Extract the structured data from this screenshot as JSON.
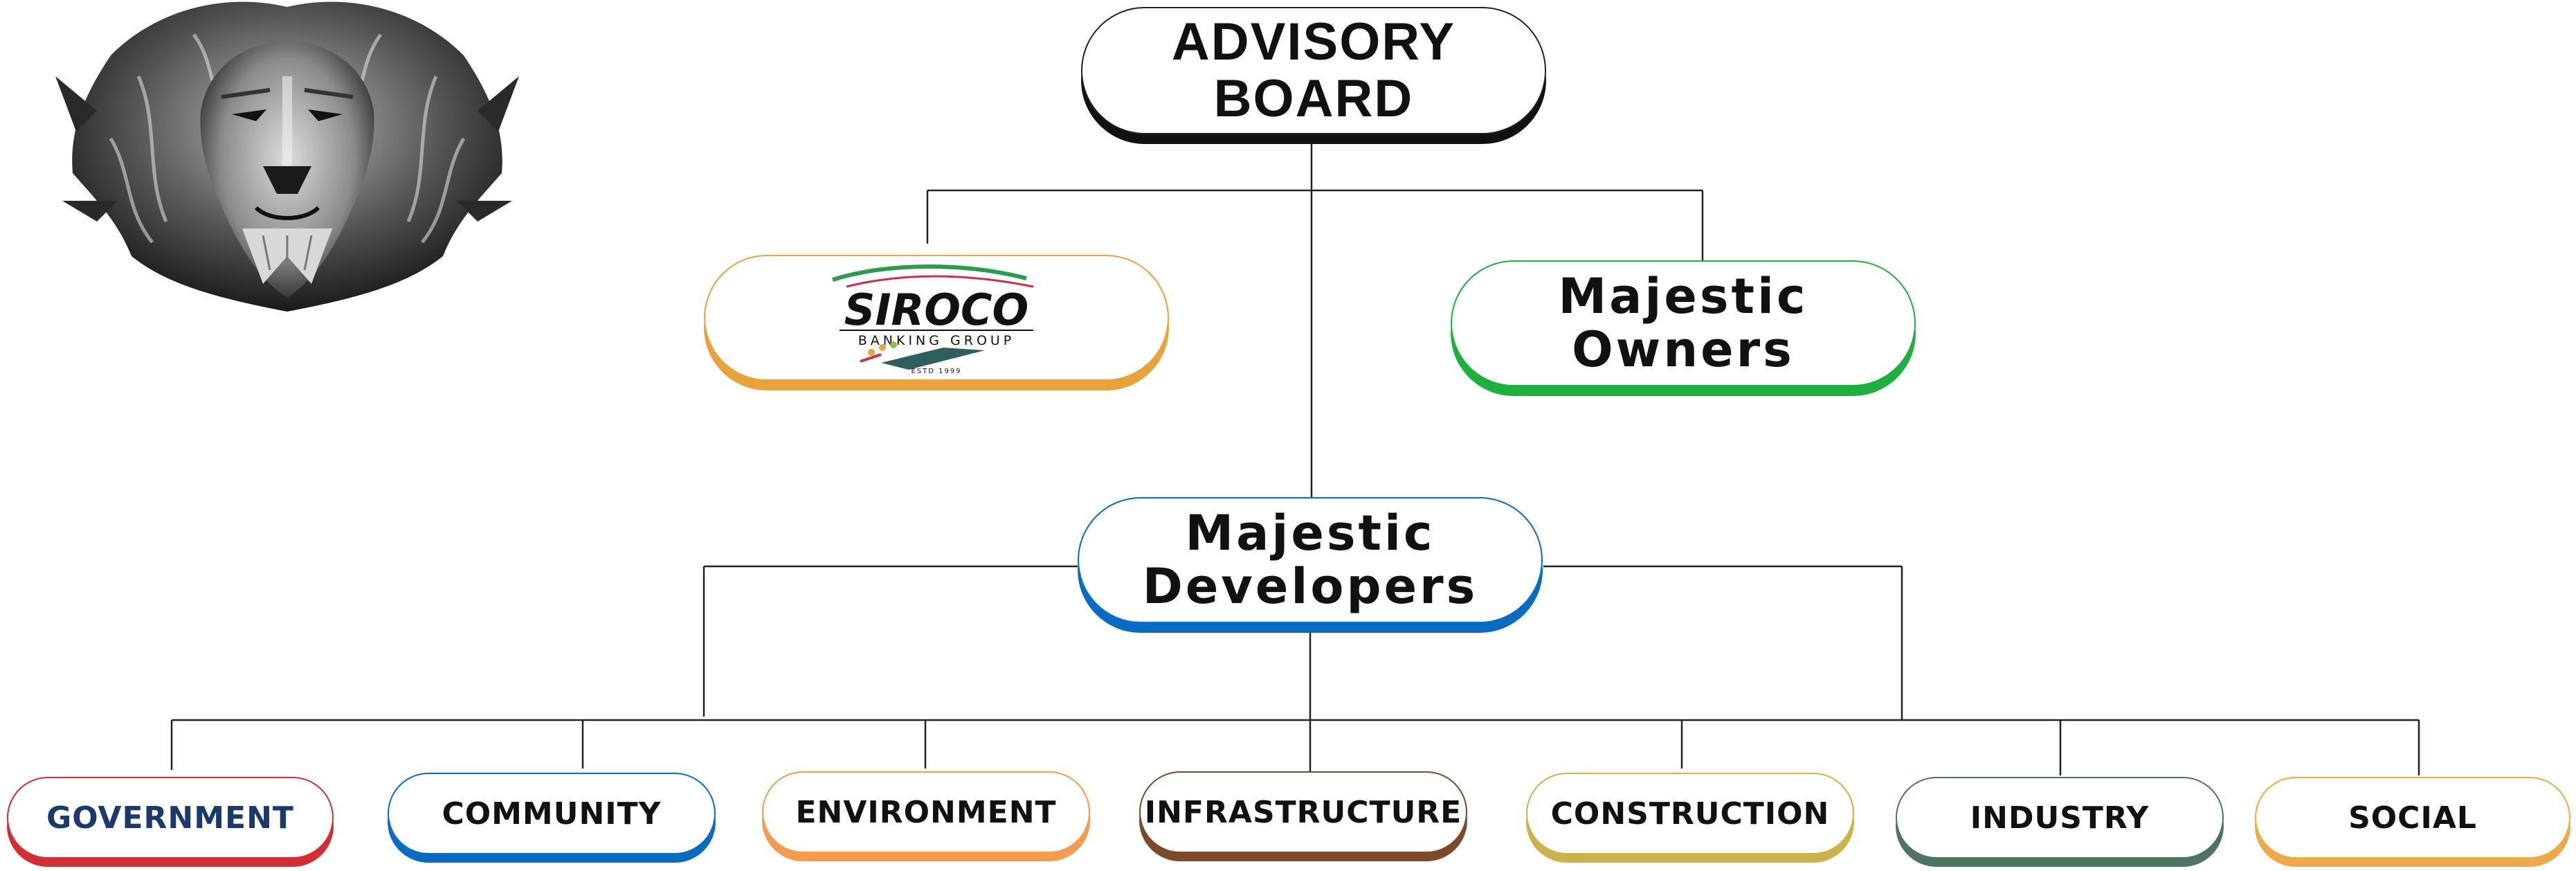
{
  "nodes": {
    "advisory_board": {
      "label": "ADVISORY\nBOARD",
      "accent": "#111111"
    },
    "siroco": {
      "logo_word": "SIROCO",
      "logo_sub": "BANKING GROUP",
      "logo_estd": "ESTD 1999",
      "accent": "#E8A33C"
    },
    "majestic_owners": {
      "label": "Majestic\nOwners",
      "accent": "#1FAF3F"
    },
    "majestic_developers": {
      "label": "Majestic\nDevelopers",
      "accent": "#0A6BC2"
    }
  },
  "departments": [
    {
      "label": "GOVERNMENT",
      "accent": "#D42E35",
      "text_color": "#1B3A6B"
    },
    {
      "label": "COMMUNITY",
      "accent": "#0A6BC2",
      "text_color": "#111111"
    },
    {
      "label": "ENVIRONMENT",
      "accent": "#F59A4E",
      "text_color": "#111111"
    },
    {
      "label": "INFRASTRUCTURE",
      "accent": "#7B4A2A",
      "text_color": "#111111"
    },
    {
      "label": "CONSTRUCTION",
      "accent": "#C9B34A",
      "text_color": "#111111"
    },
    {
      "label": "INDUSTRY",
      "accent": "#4F7464",
      "text_color": "#111111"
    },
    {
      "label": "SOCIAL",
      "accent": "#F0A94A",
      "text_color": "#111111"
    }
  ],
  "logo": {
    "icon": "lion-head-icon"
  }
}
